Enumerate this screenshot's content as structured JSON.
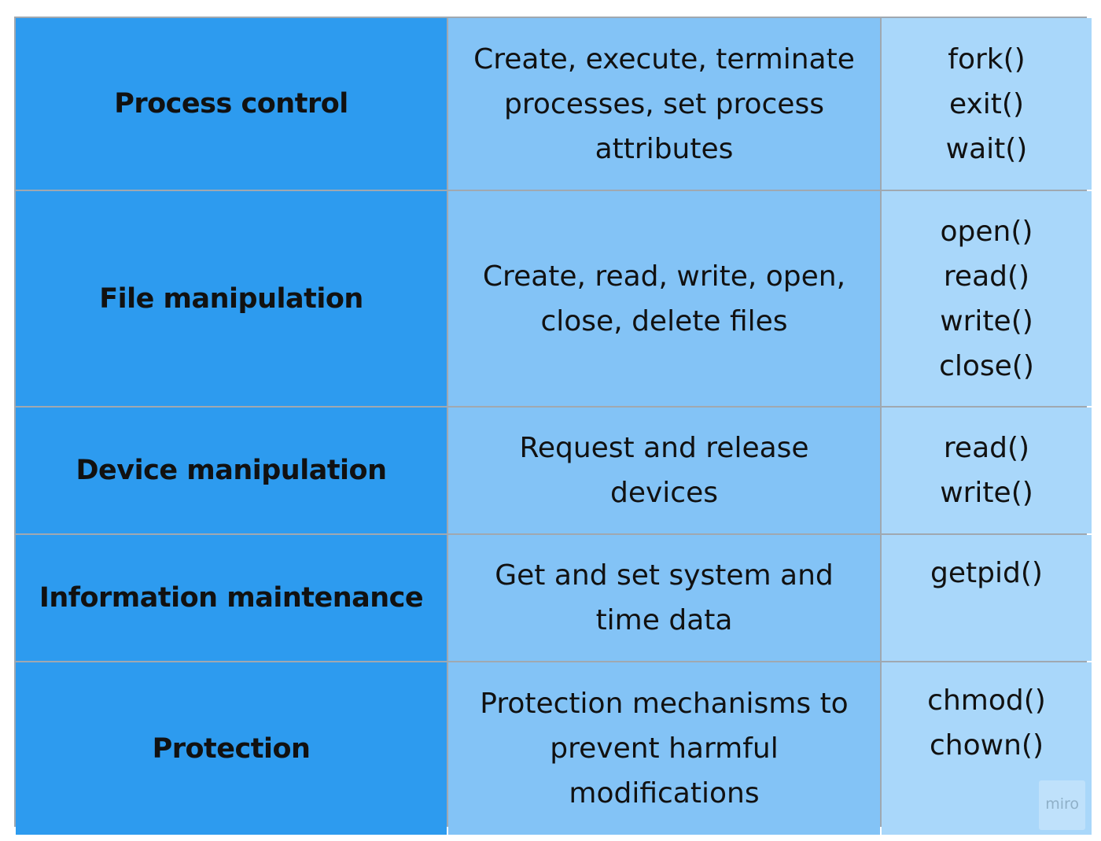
{
  "rows": [
    {
      "category": "Process control",
      "description": "Create, execute, terminate processes, set process attributes",
      "calls": [
        "fork()",
        "exit()",
        "wait()"
      ]
    },
    {
      "category": "File manipulation",
      "description": "Create, read, write, open, close, delete files",
      "calls": [
        "open()",
        "read()",
        "write()",
        "close()"
      ]
    },
    {
      "category": "Device manipulation",
      "description": "Request and release devices",
      "calls": [
        "read()",
        "write()"
      ]
    },
    {
      "category": "Information maintenance",
      "description": "Get and set system and time data",
      "calls": [
        "getpid()"
      ]
    },
    {
      "category": "Protection",
      "description": "Protection mechanisms to prevent harmful modifications",
      "calls": [
        "chmod()",
        "chown()"
      ]
    }
  ],
  "watermark": "miro",
  "colors": {
    "category_bg": "#2d9bef",
    "description_bg": "#83c3f6",
    "calls_bg": "#a9d7fa",
    "border": "#a0a8b0"
  }
}
